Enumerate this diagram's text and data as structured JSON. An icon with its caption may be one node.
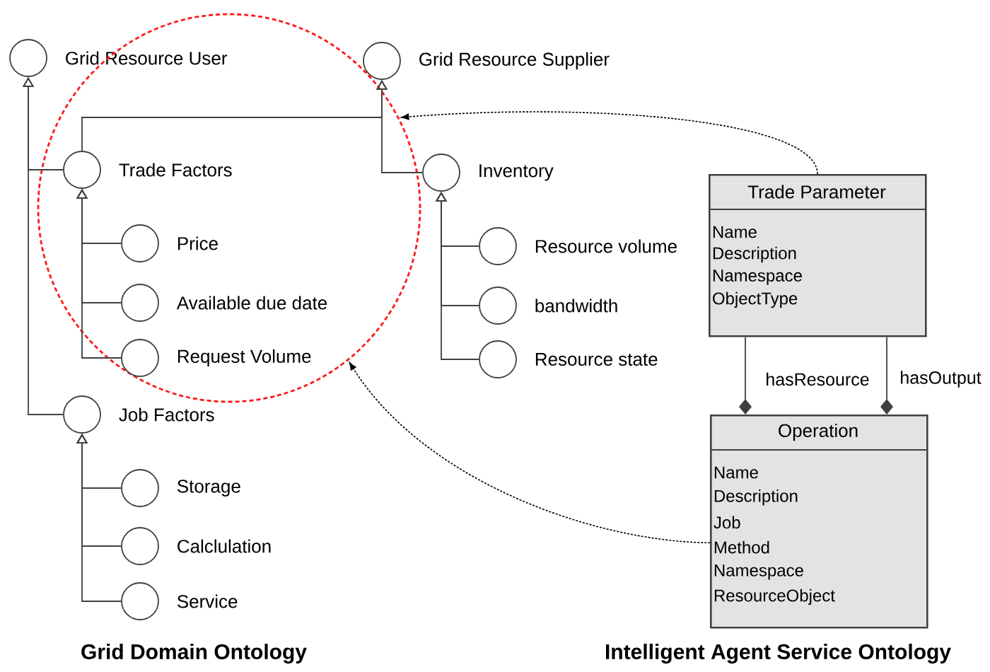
{
  "diagram": {
    "nodes": [
      {
        "text": [
          "Grid Resource User"
        ]
      },
      {
        "text": [
          "Grid Resource Supplier"
        ]
      },
      {
        "text": [],
        "shape": "circle"
      },
      {
        "text": [
          "Trade Factors"
        ],
        "in": 2
      },
      {
        "text": [
          "Price"
        ],
        "in": 2
      },
      {
        "text": [
          "Available due date"
        ],
        "in": 2
      },
      {
        "text": [
          "Request Volume"
        ],
        "in": 2
      },
      {
        "text": [
          "Inventory"
        ]
      },
      {
        "text": [
          "Resource volume"
        ]
      },
      {
        "text": [
          "bandwidth"
        ]
      },
      {
        "text": [
          "Resource state"
        ]
      },
      {
        "text": [
          "Job Factors"
        ]
      },
      {
        "text": [
          "Storage"
        ]
      },
      {
        "text": [
          "Calclulation"
        ]
      },
      {
        "text": [
          "Service"
        ]
      },
      {
        "text": [
          "Trade Parameter",
          "Name",
          "Description",
          "Namespace",
          "ObjectType"
        ]
      },
      {
        "text": [
          "Operation",
          "Name",
          "Description",
          "Job",
          "Method",
          "Namespace",
          "ResourceObject"
        ]
      }
    ],
    "edges": [
      {
        "from": 3,
        "to": 0,
        "arrow": "to"
      },
      {
        "from": 11,
        "to": 0,
        "arrow": "to"
      },
      {
        "from": 3,
        "to": 1,
        "arrow": "to"
      },
      {
        "from": 7,
        "to": 1,
        "arrow": "to"
      },
      {
        "from": 4,
        "to": 3,
        "arrow": "to"
      },
      {
        "from": 5,
        "to": 3,
        "arrow": "to"
      },
      {
        "from": 6,
        "to": 3,
        "arrow": "to"
      },
      {
        "from": 8,
        "to": 7,
        "arrow": "to"
      },
      {
        "from": 9,
        "to": 7,
        "arrow": "to"
      },
      {
        "from": 10,
        "to": 7,
        "arrow": "to"
      },
      {
        "from": 12,
        "to": 11,
        "arrow": "to"
      },
      {
        "from": 13,
        "to": 11,
        "arrow": "to"
      },
      {
        "from": 14,
        "to": 11,
        "arrow": "to"
      },
      {
        "from": 15,
        "to": 16,
        "arrow": "other",
        "label": "hasResource"
      },
      {
        "from": 15,
        "to": 16,
        "arrow": "other",
        "label": "hasOutput"
      },
      {
        "from": 15,
        "to": 2,
        "arrow": "to",
        "style": "dashed"
      },
      {
        "from": 16,
        "to": 2,
        "arrow": "to",
        "style": "dashed"
      }
    ],
    "labels": [
      "Grid Domain Ontology",
      "Intelligent Agent Service Ontology"
    ]
  }
}
